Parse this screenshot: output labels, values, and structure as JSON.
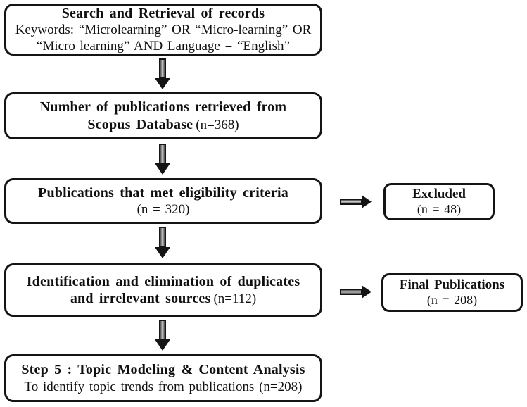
{
  "colors": {
    "border": "#141414",
    "background": "#ffffff",
    "arrow_dark": "#161616",
    "arrow_light": "#cfcfcf"
  },
  "flow": {
    "search": {
      "title": "Search and Retrieval of records",
      "keywords_line1": "Keywords: “Microlearning” OR “Micro-learning” OR",
      "keywords_line2": "“Micro learning” AND Language = “English”"
    },
    "retrieved": {
      "title": "Number of publications retrieved from",
      "source": "Scopus Database",
      "count": "(n=368)"
    },
    "eligibility": {
      "title": "Publications that met eligibility criteria",
      "count": "(n = 320)"
    },
    "excluded": {
      "title": "Excluded",
      "count": "(n = 48)"
    },
    "dedup": {
      "title_line1": "Identification and elimination of duplicates",
      "title_line2": "and irrelevant sources",
      "count": "(n=112)"
    },
    "final": {
      "title": "Final Publications",
      "count": "(n = 208)"
    },
    "step5": {
      "title": "Step 5 : Topic Modeling & Content Analysis",
      "subtitle": "To identify topic trends from publications (n=208)"
    }
  }
}
